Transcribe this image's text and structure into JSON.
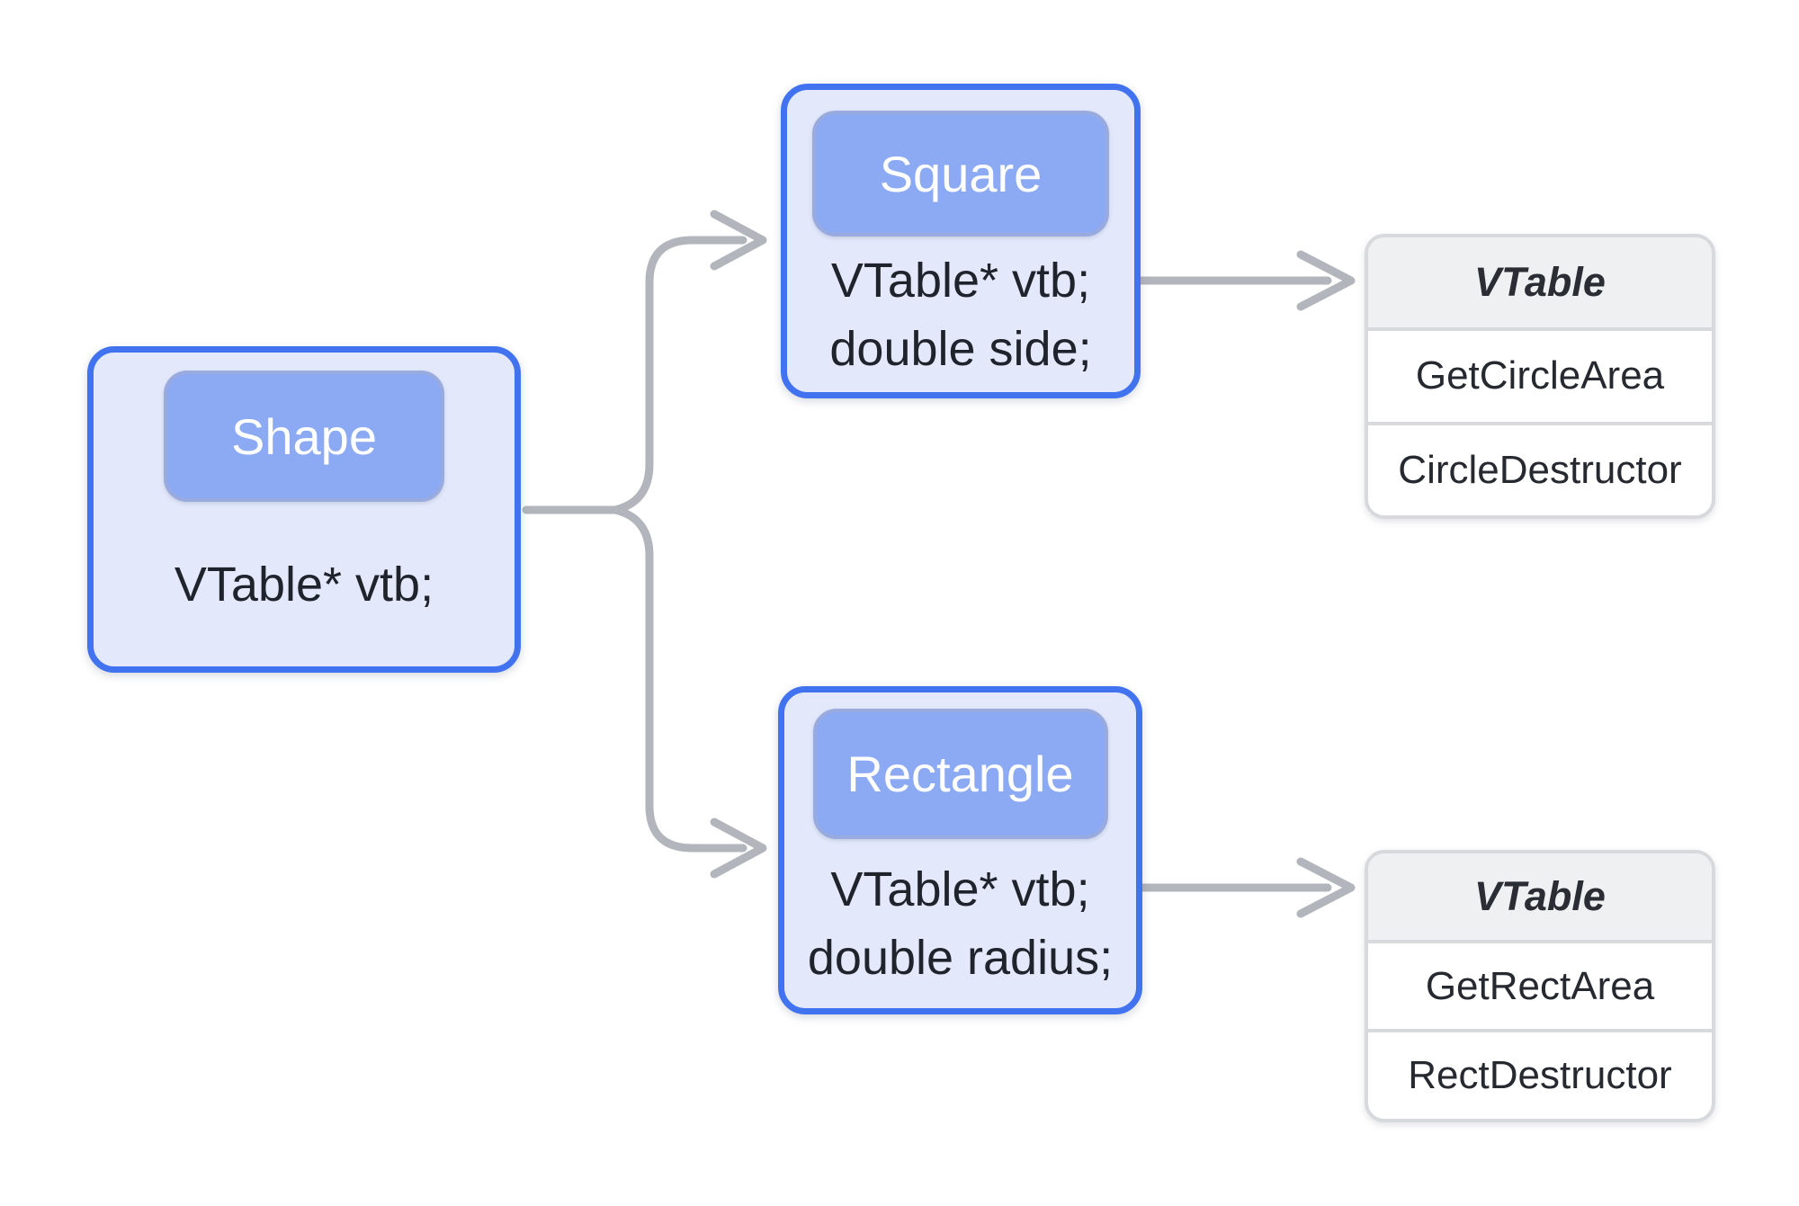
{
  "nodes": {
    "shape": {
      "title": "Shape",
      "fields": [
        "VTable* vtb;"
      ]
    },
    "square": {
      "title": "Square",
      "fields": [
        "VTable* vtb;",
        "double side;"
      ]
    },
    "rectangle": {
      "title": "Rectangle",
      "fields": [
        "VTable* vtb;",
        "double radius;"
      ]
    }
  },
  "tables": {
    "square_vtable": {
      "title": "VTable",
      "rows": [
        "GetCircleArea",
        "CircleDestructor"
      ]
    },
    "rectangle_vtable": {
      "title": "VTable",
      "rows": [
        "GetRectArea",
        "RectDestructor"
      ]
    }
  },
  "colors": {
    "node_border": "#4173f0",
    "node_fill": "#e3e9fb",
    "node_header_fill": "#8caaf4",
    "node_header_border": "#99aade",
    "node_header_text": "#ffffff",
    "field_text": "#1f232c",
    "table_border": "#d7d9dd",
    "table_header_fill": "#eff0f2",
    "table_text": "#26292f",
    "connector": "#b2b5bb"
  }
}
